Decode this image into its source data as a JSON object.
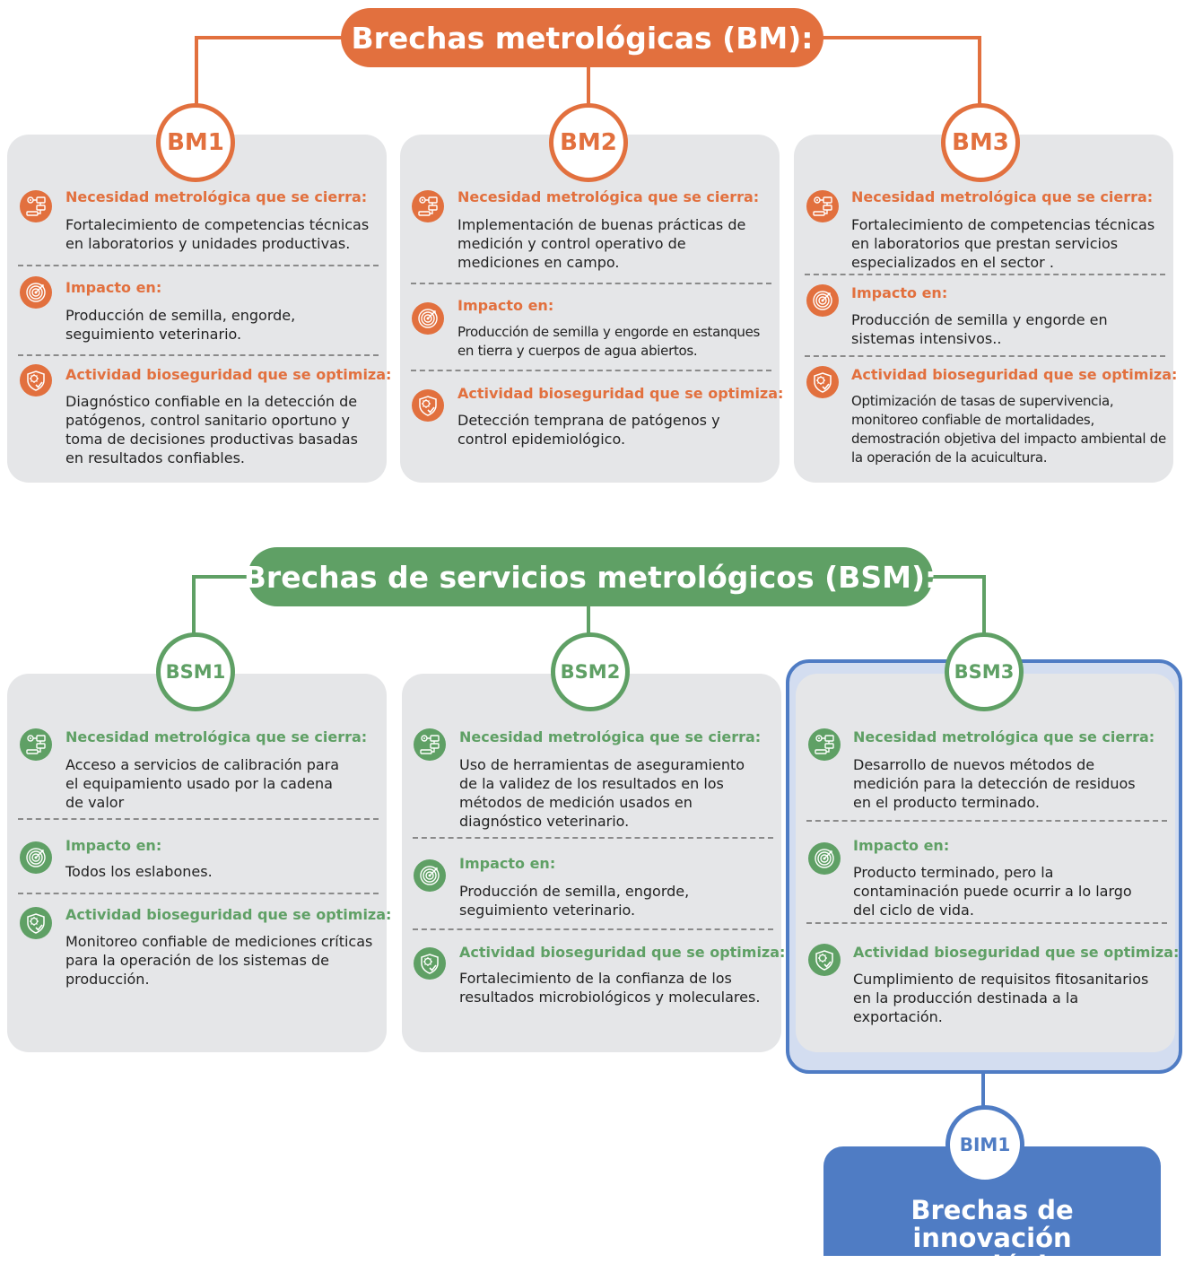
{
  "bm": {
    "title": "Brechas metrológicas (BM):",
    "labels": {
      "necesidad": "Necesidad metrológica que se cierra:",
      "impacto": "Impacto en:",
      "actividad": "Actividad bioseguridad que se optimiza:"
    },
    "cards": [
      {
        "code": "BM1",
        "necesidad": "Fortalecimiento de competencias técnicas en laboratorios y unidades productivas.",
        "impacto": "Producción de semilla, engorde, seguimiento veterinario.",
        "actividad": "Diagnóstico confiable en la detección de patógenos, control sanitario oportuno y toma de decisiones productivas basadas en resultados confiables."
      },
      {
        "code": "BM2",
        "necesidad": "Implementación de buenas prácticas de medición y control operativo de mediciones en campo.",
        "impacto": "Producción de semilla y engorde en estanques en tierra y cuerpos de agua abiertos.",
        "actividad": "Detección temprana de patógenos y control epidemiológico."
      },
      {
        "code": "BM3",
        "necesidad": "Fortalecimiento de competencias técnicas en laboratorios que prestan servicios especializados en el sector .",
        "impacto": "Producción de semilla y engorde en sistemas intensivos..",
        "actividad": "Optimización de tasas de supervivencia, monitoreo confiable de mortalidades, demostración objetiva del impacto ambiental de la operación de la acuicultura."
      }
    ]
  },
  "bsm": {
    "title": "Brechas de servicios metrológicos (BSM):",
    "labels": {
      "necesidad": "Necesidad metrológica que se cierra:",
      "impacto": "Impacto en:",
      "actividad": "Actividad bioseguridad que se optimiza:"
    },
    "cards": [
      {
        "code": "BSM1",
        "necesidad": "Acceso a servicios de calibración para el equipamiento usado por la cadena de valor",
        "impacto": "Todos los eslabones.",
        "actividad": "Monitoreo confiable de mediciones críticas para la operación de los sistemas de producción."
      },
      {
        "code": "BSM2",
        "necesidad": "Uso de herramientas de aseguramiento de la validez de los resultados en los métodos de medición usados en diagnóstico veterinario.",
        "impacto": "Producción de semilla, engorde, seguimiento veterinario.",
        "actividad": "Fortalecimiento de la confianza de los resultados microbiológicos y moleculares."
      },
      {
        "code": "BSM3",
        "necesidad": "Desarrollo de nuevos métodos de medición para la detección de residuos en el producto terminado.",
        "impacto": "Producto terminado, pero la contaminación puede ocurrir a lo largo del ciclo de vida.",
        "actividad": "Cumplimiento de requisitos fitosanitarios en la producción destinada a la exportación."
      }
    ]
  },
  "bim": {
    "code": "BIM1",
    "title": "Brechas de innovación metrológica"
  },
  "colors": {
    "orange": "#E2703E",
    "green": "#5FA065",
    "blue": "#4F7CC4",
    "card_gray": "#E5E6E8"
  },
  "icons": [
    "process-gear-icon",
    "target-icon",
    "virus-shield-icon"
  ]
}
